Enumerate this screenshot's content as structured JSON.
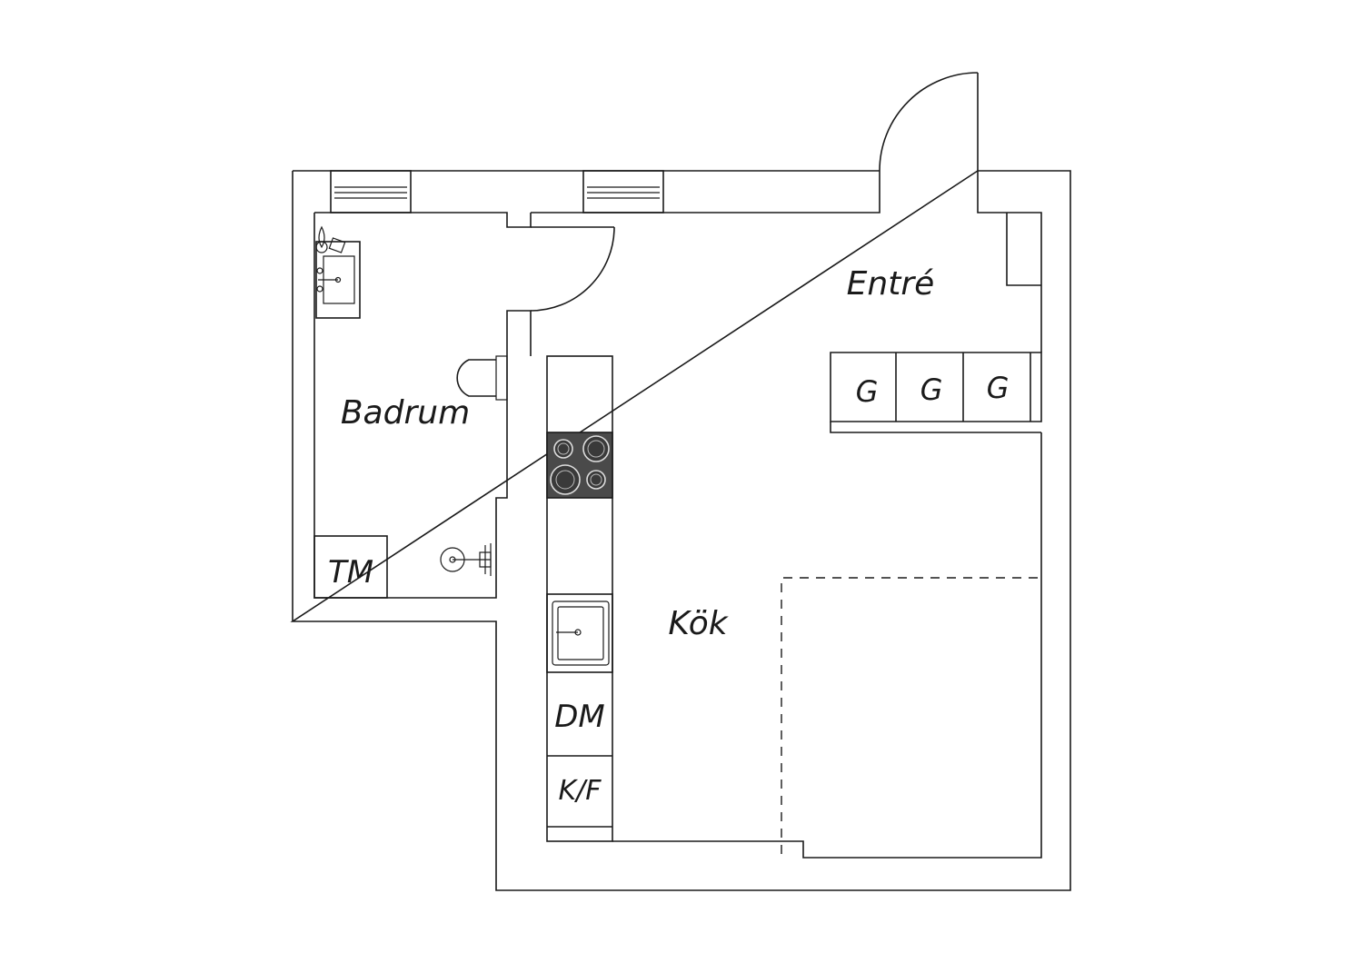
{
  "rooms": {
    "bathroom": "Badrum",
    "entrance": "Entré",
    "kitchen": "Kök"
  },
  "appliances": {
    "washing_machine": "TM",
    "dishwasher": "DM",
    "fridge_freezer": "K/F",
    "wardrobes": [
      "G",
      "G",
      "G"
    ]
  },
  "colors": {
    "lines": "#1a1a1a",
    "stove": "#4a4a4a",
    "background": "#ffffff"
  }
}
